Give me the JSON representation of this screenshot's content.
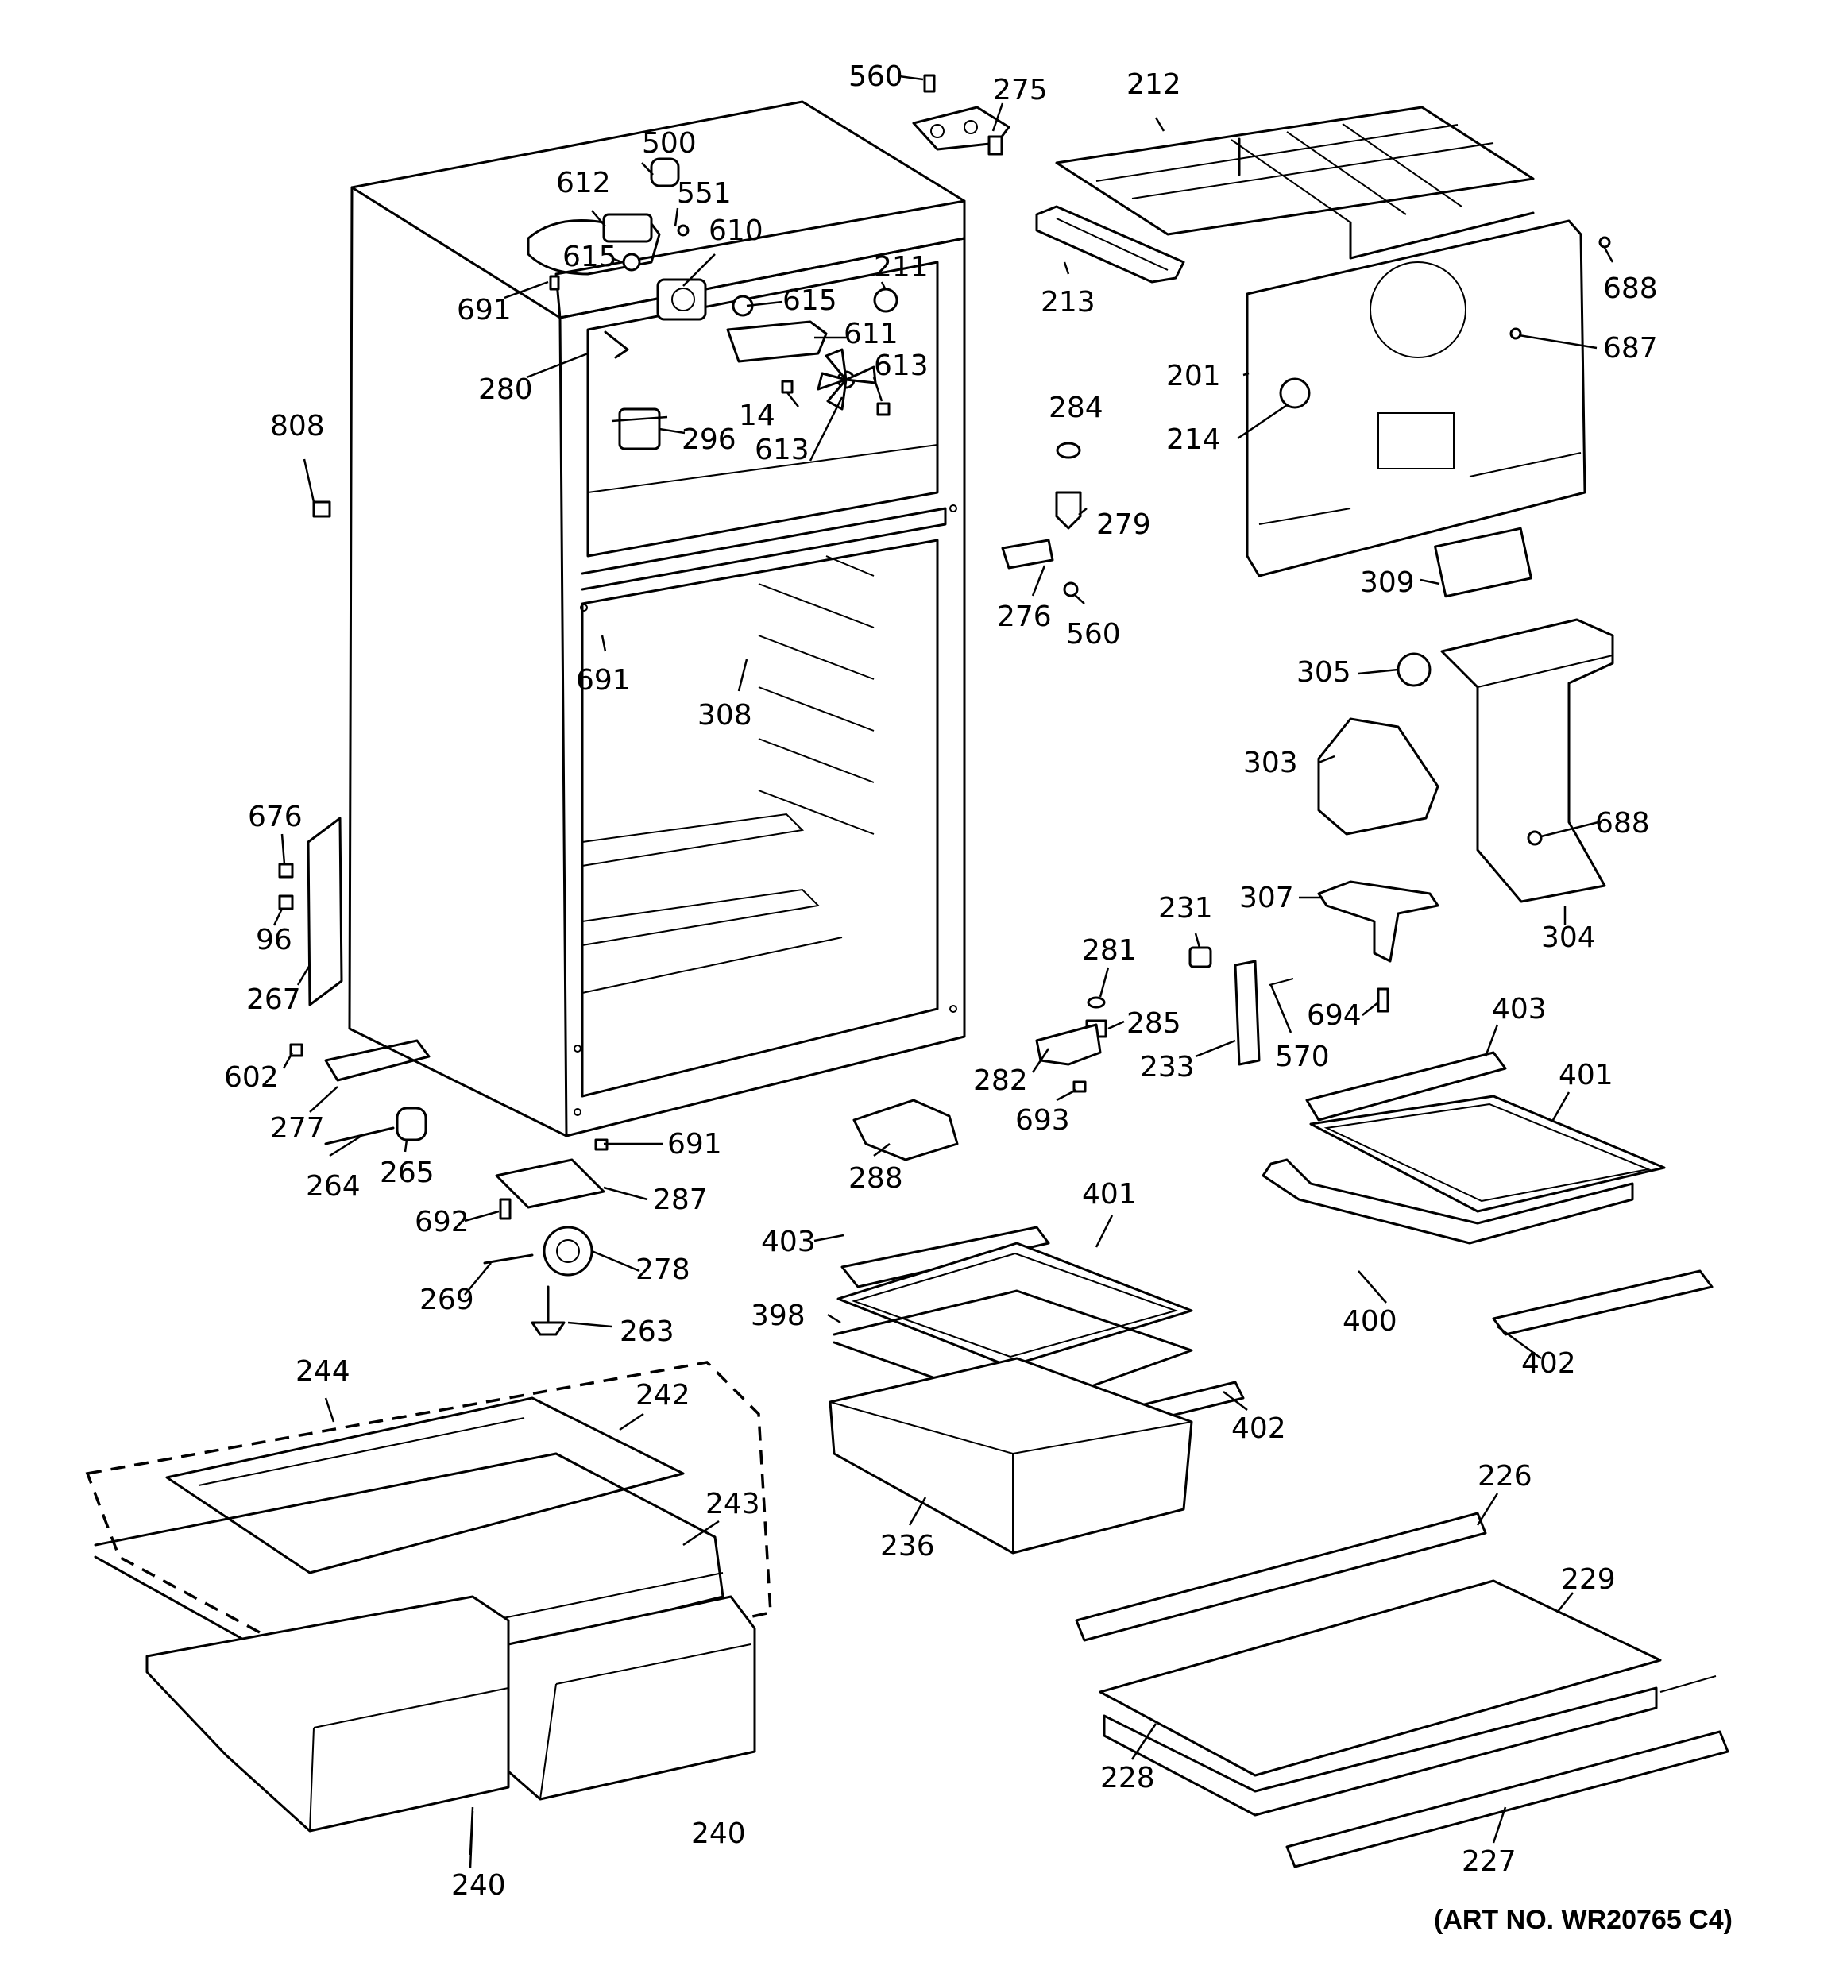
{
  "art_number": "(ART NO. WR20765 C4)",
  "callouts": [
    {
      "id": "560a",
      "text": "560"
    },
    {
      "id": "275",
      "text": "275"
    },
    {
      "id": "212",
      "text": "212"
    },
    {
      "id": "500",
      "text": "500"
    },
    {
      "id": "612",
      "text": "612"
    },
    {
      "id": "551",
      "text": "551"
    },
    {
      "id": "610",
      "text": "610"
    },
    {
      "id": "615a",
      "text": "615"
    },
    {
      "id": "211",
      "text": "211"
    },
    {
      "id": "615b",
      "text": "615"
    },
    {
      "id": "611",
      "text": "611"
    },
    {
      "id": "691a",
      "text": "691"
    },
    {
      "id": "213",
      "text": "213"
    },
    {
      "id": "688a",
      "text": "688"
    },
    {
      "id": "687",
      "text": "687"
    },
    {
      "id": "280",
      "text": "280"
    },
    {
      "id": "613a",
      "text": "613"
    },
    {
      "id": "14",
      "text": "14"
    },
    {
      "id": "296",
      "text": "296"
    },
    {
      "id": "613b",
      "text": "613"
    },
    {
      "id": "808",
      "text": "808"
    },
    {
      "id": "284",
      "text": "284"
    },
    {
      "id": "201",
      "text": "201"
    },
    {
      "id": "214",
      "text": "214"
    },
    {
      "id": "279",
      "text": "279"
    },
    {
      "id": "276",
      "text": "276"
    },
    {
      "id": "560b",
      "text": "560"
    },
    {
      "id": "309",
      "text": "309"
    },
    {
      "id": "691b",
      "text": "691"
    },
    {
      "id": "308",
      "text": "308"
    },
    {
      "id": "305",
      "text": "305"
    },
    {
      "id": "303",
      "text": "303"
    },
    {
      "id": "676",
      "text": "676"
    },
    {
      "id": "688b",
      "text": "688"
    },
    {
      "id": "96",
      "text": "96"
    },
    {
      "id": "307",
      "text": "307"
    },
    {
      "id": "304",
      "text": "304"
    },
    {
      "id": "231",
      "text": "231"
    },
    {
      "id": "281",
      "text": "281"
    },
    {
      "id": "267",
      "text": "267"
    },
    {
      "id": "285",
      "text": "285"
    },
    {
      "id": "694",
      "text": "694"
    },
    {
      "id": "403a",
      "text": "403"
    },
    {
      "id": "570",
      "text": "570"
    },
    {
      "id": "233",
      "text": "233"
    },
    {
      "id": "602",
      "text": "602"
    },
    {
      "id": "282",
      "text": "282"
    },
    {
      "id": "401a",
      "text": "401"
    },
    {
      "id": "693",
      "text": "693"
    },
    {
      "id": "277",
      "text": "277"
    },
    {
      "id": "691c",
      "text": "691"
    },
    {
      "id": "264",
      "text": "264"
    },
    {
      "id": "265",
      "text": "265"
    },
    {
      "id": "288",
      "text": "288"
    },
    {
      "id": "287",
      "text": "287"
    },
    {
      "id": "401b",
      "text": "401"
    },
    {
      "id": "692",
      "text": "692"
    },
    {
      "id": "403b",
      "text": "403"
    },
    {
      "id": "278",
      "text": "278"
    },
    {
      "id": "400",
      "text": "400"
    },
    {
      "id": "269",
      "text": "269"
    },
    {
      "id": "398",
      "text": "398"
    },
    {
      "id": "263",
      "text": "263"
    },
    {
      "id": "402a",
      "text": "402"
    },
    {
      "id": "244",
      "text": "244"
    },
    {
      "id": "242",
      "text": "242"
    },
    {
      "id": "402b",
      "text": "402"
    },
    {
      "id": "243",
      "text": "243"
    },
    {
      "id": "226",
      "text": "226"
    },
    {
      "id": "236",
      "text": "236"
    },
    {
      "id": "229",
      "text": "229"
    },
    {
      "id": "228",
      "text": "228"
    },
    {
      "id": "240a",
      "text": "240"
    },
    {
      "id": "227",
      "text": "227"
    },
    {
      "id": "240b",
      "text": "240"
    }
  ]
}
